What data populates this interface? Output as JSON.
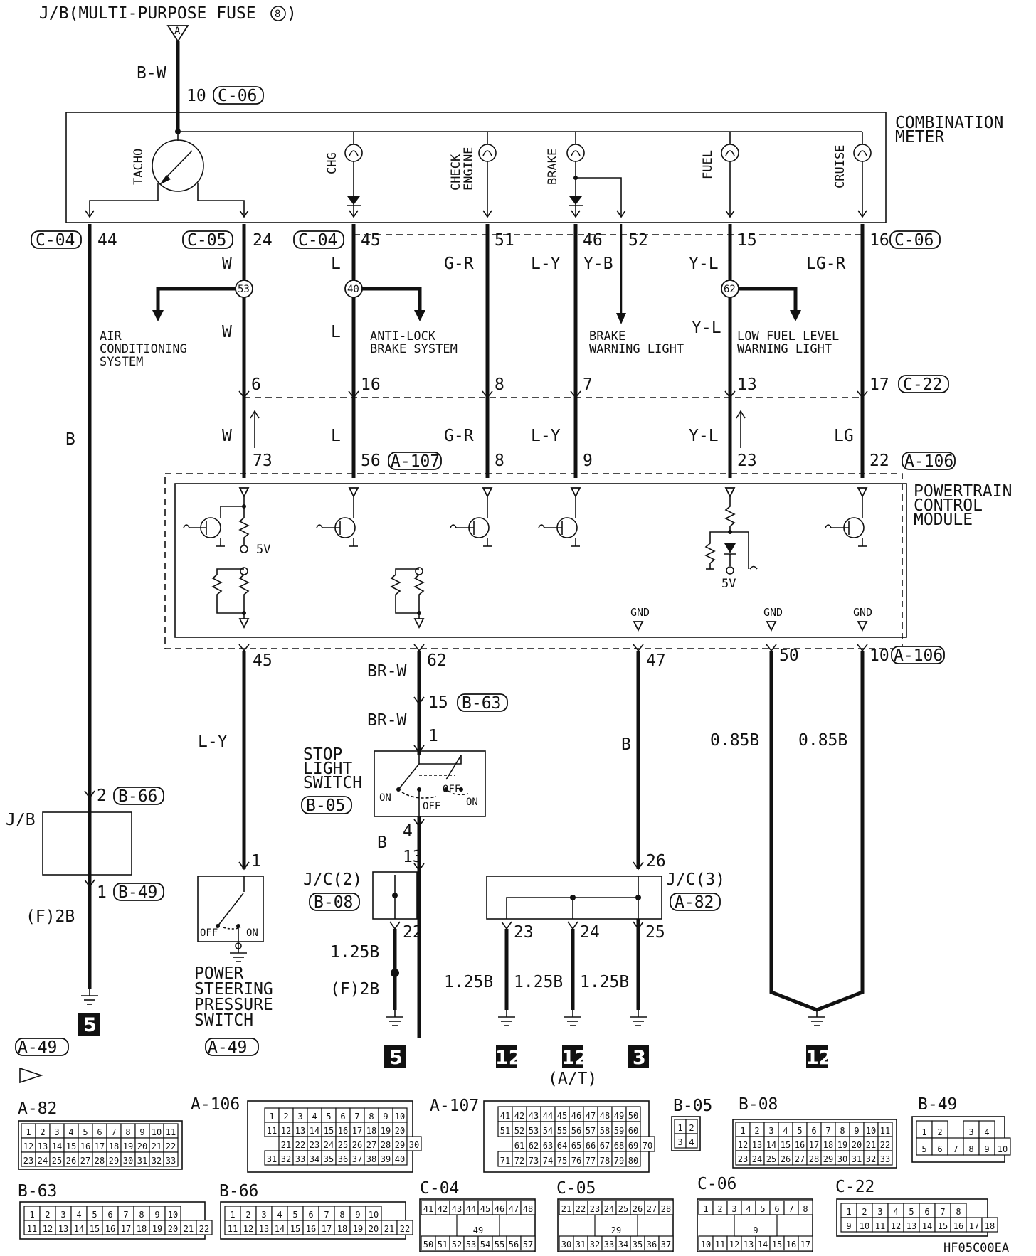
{
  "header": {
    "source": "J/B(MULTI-PURPOSE FUSE",
    "fuse_num": "8",
    "fuse_close": ")",
    "tri": "A",
    "bw": "B-W",
    "pin": "10",
    "conn": "C-06"
  },
  "meter": {
    "name_l1": "COMBINATION",
    "name_l2": "METER",
    "tacho": "TACHO",
    "chg": "CHG",
    "check_l1": "CHECK",
    "check_l2": "ENGINE",
    "brake": "BRAKE",
    "fuel": "FUEL",
    "cruise": "CRUISE"
  },
  "row1": {
    "c04a": "C-04",
    "p44": "44",
    "c05": "C-05",
    "p24": "24",
    "c04b": "C-04",
    "p45": "45",
    "p51": "51",
    "p46": "46",
    "p52": "52",
    "p15": "15",
    "p16": "16",
    "c06": "C-06",
    "wire_w": "W",
    "wire_l": "L",
    "wire_gr": "G-R",
    "wire_ly": "L-Y",
    "wire_yb": "Y-B",
    "wire_yl": "Y-L",
    "wire_lgr": "LG-R"
  },
  "splices": {
    "s53": "53",
    "s40": "40",
    "s62": "62"
  },
  "branches": {
    "ac_l1": "AIR",
    "ac_l2": "CONDITIONING",
    "ac_l3": "SYSTEM",
    "abs_l1": "ANTI-LOCK",
    "abs_l2": "BRAKE SYSTEM",
    "bwl_l1": "BRAKE",
    "bwl_l2": "WARNING LIGHT",
    "lfl_l1": "LOW FUEL LEVEL",
    "lfl_l2": "WARNING LIGHT",
    "w2": "W",
    "l2": "L",
    "yl2": "Y-L"
  },
  "row2": {
    "p6": "6",
    "p16": "16",
    "p8": "8",
    "p7": "7",
    "p13": "13",
    "p17": "17",
    "c22": "C-22"
  },
  "row3": {
    "w": "W",
    "l": "L",
    "gr": "G-R",
    "ly": "L-Y",
    "yl": "Y-L",
    "lg": "LG",
    "p73": "73",
    "p56": "56",
    "a107": "A-107",
    "p8": "8",
    "p9": "9",
    "p23": "23",
    "p22": "22",
    "a106": "A-106"
  },
  "pcm": {
    "l1": "POWERTRAIN",
    "l2": "CONTROL",
    "l3": "MODULE",
    "v5a": "5V",
    "v5b": "5V",
    "gnd1": "GND",
    "gnd2": "GND",
    "gnd3": "GND"
  },
  "row4": {
    "p45": "45",
    "p62": "62",
    "p47": "47",
    "p50": "50",
    "p10": "10",
    "a106": "A-106"
  },
  "lower": {
    "b": "B",
    "ly": "L-Y",
    "brw1": "BR-W",
    "p15": "15",
    "b63": "B-63",
    "brw2": "BR-W",
    "p1": "1",
    "stop_l1": "STOP",
    "stop_l2": "LIGHT",
    "stop_l3": "SWITCH",
    "b05": "B-05",
    "on1": "ON",
    "off1": "OFF",
    "off2": "OFF",
    "on2": "ON",
    "b2": "B",
    "b3": "B",
    "b085a": "0.85B",
    "b085b": "0.85B",
    "p2": "2",
    "b66": "B-66",
    "jb": "J/B",
    "p1b": "1",
    "b49": "B-49",
    "f2b": "(F)2B",
    "ps_p1": "1",
    "ps_off": "OFF",
    "ps_on": "ON",
    "ps_l1": "POWER",
    "ps_l2": "STEERING",
    "ps_l3": "PRESSURE",
    "ps_l4": "SWITCH",
    "a49": "A-49",
    "p4": "4",
    "p13": "13",
    "jc2": "J/C(2)",
    "b08": "B-08",
    "p22": "22",
    "b125": "1.25B",
    "f2b2": "(F)2B",
    "p26": "26",
    "jc3": "J/C(3)",
    "a82": "A-82",
    "p23": "23",
    "p24": "24",
    "p25": "25",
    "b125a": "1.25B",
    "b125b": "1.25B",
    "b125c": "1.25B",
    "g5a": "5",
    "g5b": "5",
    "g12a": "12",
    "g12b": "12",
    "g3": "3",
    "g12c": "12",
    "at": "(A/T)"
  },
  "legend": {
    "a49": "A-49",
    "a82": "A-82",
    "a106": "A-106",
    "a107": "A-107",
    "b05": "B-05",
    "b08": "B-08",
    "b49": "B-49",
    "b63": "B-63",
    "b66": "B-66",
    "c04": "C-04",
    "c05": "C-05",
    "c06": "C-06",
    "c22": "C-22",
    "code": "HF05C00EA"
  }
}
